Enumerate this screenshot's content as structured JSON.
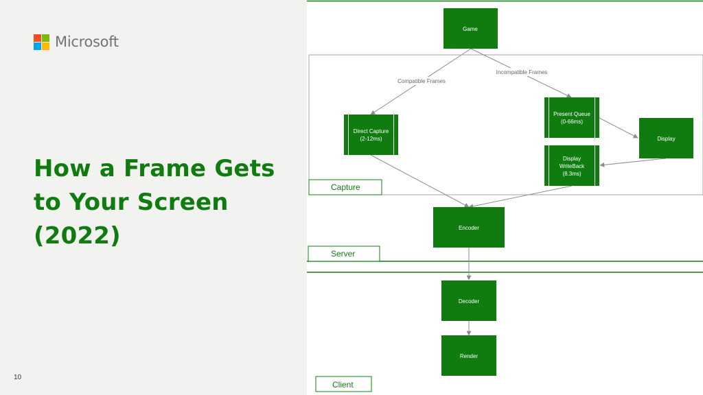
{
  "brand": {
    "name": "Microsoft"
  },
  "slide": {
    "title": "How a Frame Gets to Your Screen (2022)",
    "page_number": "10"
  },
  "colors": {
    "accent": "#107c10",
    "node_fill": "#107c10",
    "arrow": "#8c8c8c"
  },
  "diagram": {
    "zones": {
      "capture": "Capture",
      "server": "Server",
      "client": "Client"
    },
    "nodes": {
      "game": [
        "Game"
      ],
      "direct_capture": [
        "Direct Capture",
        "(2-12ms)"
      ],
      "present_queue": [
        "Present Queue",
        "(0-66ms)"
      ],
      "display": [
        "Display"
      ],
      "display_writeback": [
        "Display",
        "WriteBack",
        "(8.3ms)"
      ],
      "encoder": [
        "Encoder"
      ],
      "decoder": [
        "Decoder"
      ],
      "render": [
        "Render"
      ]
    },
    "edge_labels": {
      "compatible": "Compatible Frames",
      "incompatible": "Incompatible Frames"
    }
  }
}
